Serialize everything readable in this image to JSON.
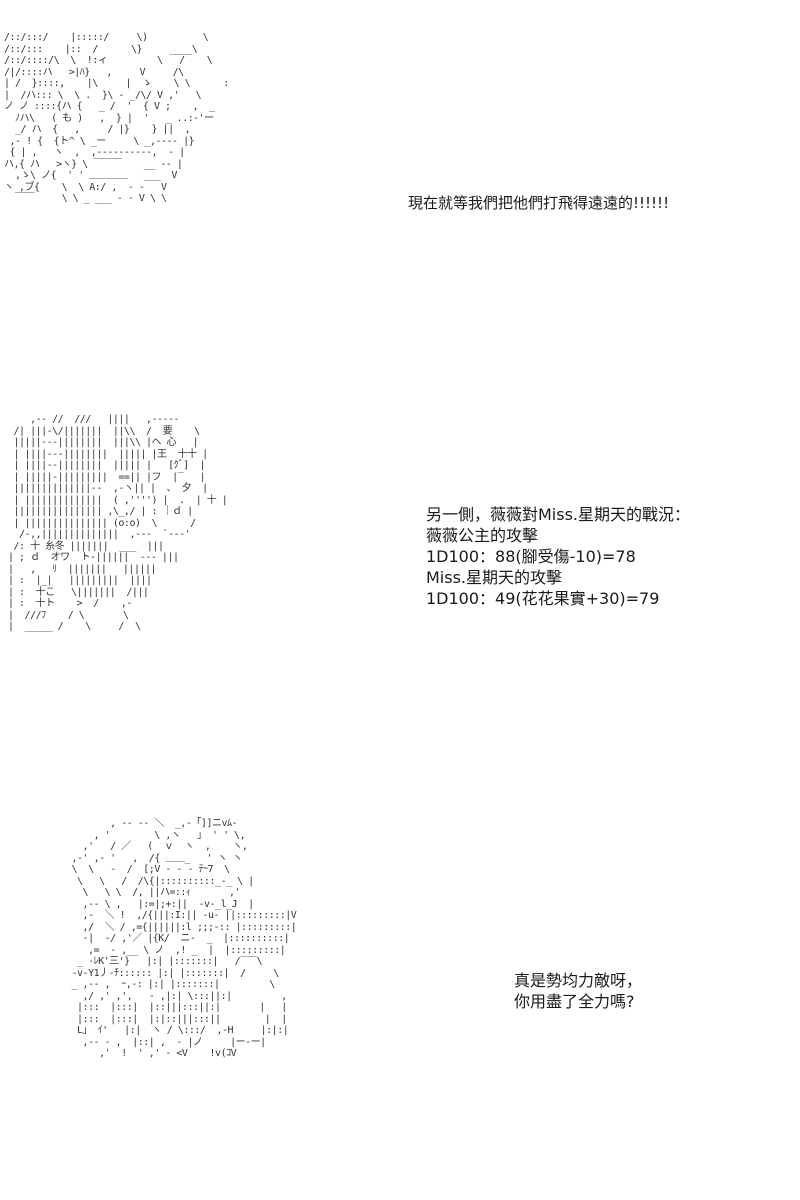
{
  "panels": [
    {
      "art": [
        "/::/:::/    |:::::/     \\)          \\",
        "/::/:::    |::  /      \\}     ____\\",
        "/::/::::/\\  \\  !:ィ         \\   /    \\",
        "/|/::::ハ   >|ﾊ}   ,     V     /\\",
        "| /  }::::,    |\\     |  ゝ    \\ \\      :",
        "|  /ハ::: \\  \\ .  }\\ ‐ _/\\/ V ,'   \\",
        "ノ ノ ::::{ハ {   _ /  '  { V ;    ,  _",
        "  ﾉハ\\   ( も )   ,  } |  '   _ ..:-'ー",
        "  _/ ハ  {   ,     / |}    } ||  ,",
        " ,- ! {  {ト^ \\ _ー     \\ _,---- |}",
        " { | ,   ヽ  ,  ,----------,  ‐ |  ",
        "ハ,{ ハ   >ヽ} \\ ￣￣￣    __ -- |",
        "  ,ゝ\\ ノ{  ' ' ＿＿＿＿   ___  V",
        "ヽ ,ブ{    \\  \\ A:/ ,  ‐ -   V",
        "  ￣￣     \\ \\ _ ___ ‐ ‐ V \\ \\"
      ],
      "caption": [
        "現在就等我們把他們打飛得遠遠的!!!!!!"
      ]
    },
    {
      "art": [
        "    ,-- //  ///   ||||   ,-----",
        " /| |||-\\/|||||||  ||\\\\  /  要    \\",
        " |||||---||||||||  |||\\\\ |ヘ 心   |",
        " | ||||---||||||||  ||||| |王  十十 |",
        " | ||||--||||||||  ||||| |   [ｸﾞ]  |",
        " | |||||-|||||||||  ==|| |フ  |‾   |",
        " ||||||||||||||--  ,-ヽ|| |  、 夕  |",
        " | ||||||||||||||  ( ,'''') |  .  | 十 |",
        " |||||||||||||||| ,\\_,/ | : ｜ｄ |",
        " | ||||||||||||||| (o:o)  \\      /",
        "  /‐,,||||||||||||||  ,---  `---'",
        " /: 十 糸冬 |||||||  ___  |||",
        "| ; ｄ  オワ  ト-||||||  ‐‐‐ |||",
        "|   ,   ﾘ  |||||||   ||||||",
        "| :  |_|   |||||||||  ||||",
        "| :  十こ   \\|||||||  /|||",
        "| :  十ト    >  /    ,-",
        "|  ///ﾌ    / \\       \\",
        "|  _____ /    \\     /  \\"
      ],
      "caption": [
        "另一側，薇薇對Miss.星期天的戰況：",
        "薇薇公主的攻擊",
        "1D100：88(腳受傷-10)=78",
        "Miss.星期天的攻擊",
        "1D100：49(花花果實+30)=79"
      ]
    },
    {
      "art": [
        "        , -- ‐‐ ＼  _,-「]]ニvﾑ-",
        "     , '        \\ ,ヽ   」 ' ' \\,",
        "   ,'   / ／   (  ｖ  ヽ  ,    ヽ,",
        " ,-' ,- '   ,  /{ ＿＿_   ' ヽ ヽ",
        " \\  \\   ‐  /  [;V ‐ ‐ ‐ ﾃｰ7  \\ ",
        "  \\   \\   /  /\\{|::::::::::_-_ \\ |",
        "   \\   \\ \\  /, ||ハ=::ｨ       ,'",
        "   ,-- \\ ,   |:=|;+:||  -v-_l_J  |",
        "   ,-  ＼ !  ,/{|||:I:|| ‐u- ||:::::::::|V",
        "   ,/  ＼ / ,={||||||:l ;;;-:: |:::::::::|",
        "   -|  -/ ,'／ |{K/  ニ-  _  |::::::::::|",
        "    ,=  - ,__ \\ ノ  ,! _  |  |:::::::::|",
        "  _ -ﾚK'三'}   |:| |:::::::|   /‾‾‾\\",
        " -v-Y1丿-ﾁ:::::: |:| |:::::::|  /     \\",
        " _ ,-- ,  ｰ,-: |:| |:::::::|         \\",
        "   ,/ ,' ,',   ‐ ,|:| \\:::||:|         ,",
        "  |:::  |:::|  |::|||:::||:|       |   |",
        "  |:::  |:::|  |:|::|||:::||        |  |",
        "  L」 ｲ'   |:|  ヽ / \\:::/  ,-H     |:|:|",
        "   ,-- ‐ ,  |::| ,  ‐ |ノ     |ー-ー|",
        "      ,'  !  ' ,' - <V    !v(ｺV"
      ],
      "caption": [
        "真是勢均力敵呀，",
        "你用盡了全力嗎?"
      ]
    }
  ]
}
